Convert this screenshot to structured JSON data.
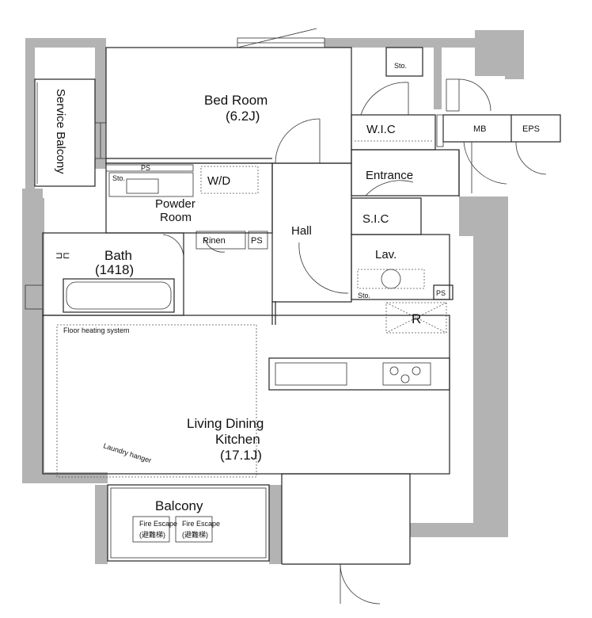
{
  "rooms": {
    "bed_room": "Bed Room",
    "bed_room_size": "(6.2J)",
    "wic": "W.I.C",
    "mb": "MB",
    "eps": "EPS",
    "entrance": "Entrance",
    "sic": "S.I.C",
    "hall": "Hall",
    "lav": "Lav.",
    "wd": "W/D",
    "powder_room_1": "Powder",
    "powder_room_2": "Room",
    "rinen": "Rinen",
    "ps": "PS",
    "sto": "Sto.",
    "bath": "Bath",
    "bath_size": "(1418)",
    "refrigerator": "R",
    "ldk_1": "Living Dining",
    "ldk_2": "Kitchen",
    "ldk_size": "(17.1J)",
    "balcony": "Balcony",
    "service_balcony": "Service Balcony",
    "floor_heating": "Floor heating system",
    "laundry_hanger": "Laundry hanger",
    "fire_escape": "Fire Escape",
    "fire_escape_jp_1": "(避難梯)",
    "fire_escape_jp_2": "(避難梯)"
  }
}
